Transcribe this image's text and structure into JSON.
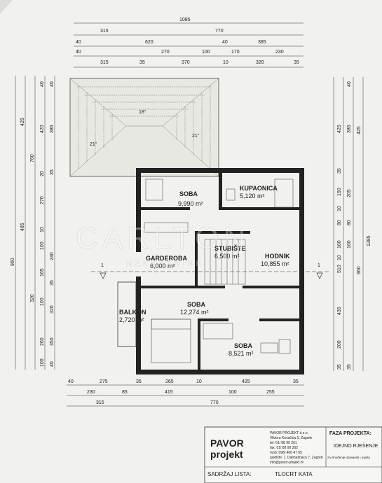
{
  "rooms": [
    {
      "name": "SOBA",
      "area": "9,990 m²"
    },
    {
      "name": "KUPAONICA",
      "area": "5,120 m²"
    },
    {
      "name": "GARDEROBA",
      "area": "6,000 m²"
    },
    {
      "name": "STUBIŠTE",
      "area": "6,500 m²"
    },
    {
      "name": "HODNIK",
      "area": "10,855 m²"
    },
    {
      "name": "SOBA",
      "area": "12,274 m²"
    },
    {
      "name": "BALKON",
      "area": "2,720 m²"
    },
    {
      "name": "SOBA",
      "area": "8,521 m²"
    }
  ],
  "watermark": {
    "line1": "CARLTON",
    "line2": "NEKRETNINE"
  },
  "section_marker": "1",
  "dims_top": {
    "total": "1085",
    "row1": [
      "315",
      "770"
    ],
    "row2": [
      "40",
      "620",
      "40",
      "385"
    ],
    "row3": [
      "40",
      "270",
      "100",
      "170",
      "230"
    ],
    "row4": [
      "315",
      "35",
      "370",
      "10",
      "320",
      "35"
    ]
  },
  "dims_bottom": {
    "row1": [
      "40",
      "275",
      "35",
      "265",
      "10",
      "425",
      "35"
    ],
    "row2": [
      "230",
      "85",
      "415",
      "100",
      "255"
    ],
    "row3": [
      "315",
      "770"
    ]
  },
  "dims_left": {
    "outer": "960",
    "mid": [
      "485",
      "425"
    ],
    "inner": [
      "760",
      "320"
    ],
    "col3": [
      "40",
      "420",
      "20",
      "270",
      "10",
      "100",
      "165",
      "100",
      "260",
      "100"
    ],
    "col4": [
      "40",
      "385",
      "35",
      "240",
      "35",
      "320",
      "350",
      "40"
    ]
  },
  "dims_right": {
    "outer": "1385",
    "mid": [
      "425",
      "960"
    ],
    "col1": [
      "425",
      "35",
      "150",
      "10",
      "80",
      "160",
      "10",
      "510",
      "435",
      "200",
      "35"
    ],
    "col2": [
      "40",
      "385",
      "205",
      "80",
      "160",
      "35"
    ]
  },
  "roof_labels": [
    "18°",
    "21°",
    "21°"
  ],
  "title_block": {
    "company": "PAVOR",
    "company2": "projekt",
    "address": [
      "PAVOR PROJEKT d.o.o.",
      "Viktora Kovačića 5, Zagreb",
      "tel: 01/ 88 90 261",
      "fax: 01/ 88 90 262",
      "mob: 098/ 406 47 65",
      "sjedište: J. Dalmatinaca 7, Zagreb",
      "info@pavor-projekt.hr"
    ],
    "phase_label": "FAZA PROJEKTA:",
    "phase_value": "IDEJNO RJEŠENJE",
    "phase_note": "za ishođenje obavijesti i uvjeta",
    "content_label": "SADRŽAJ LISTA:",
    "content_value": "TLOCRT KATA"
  }
}
